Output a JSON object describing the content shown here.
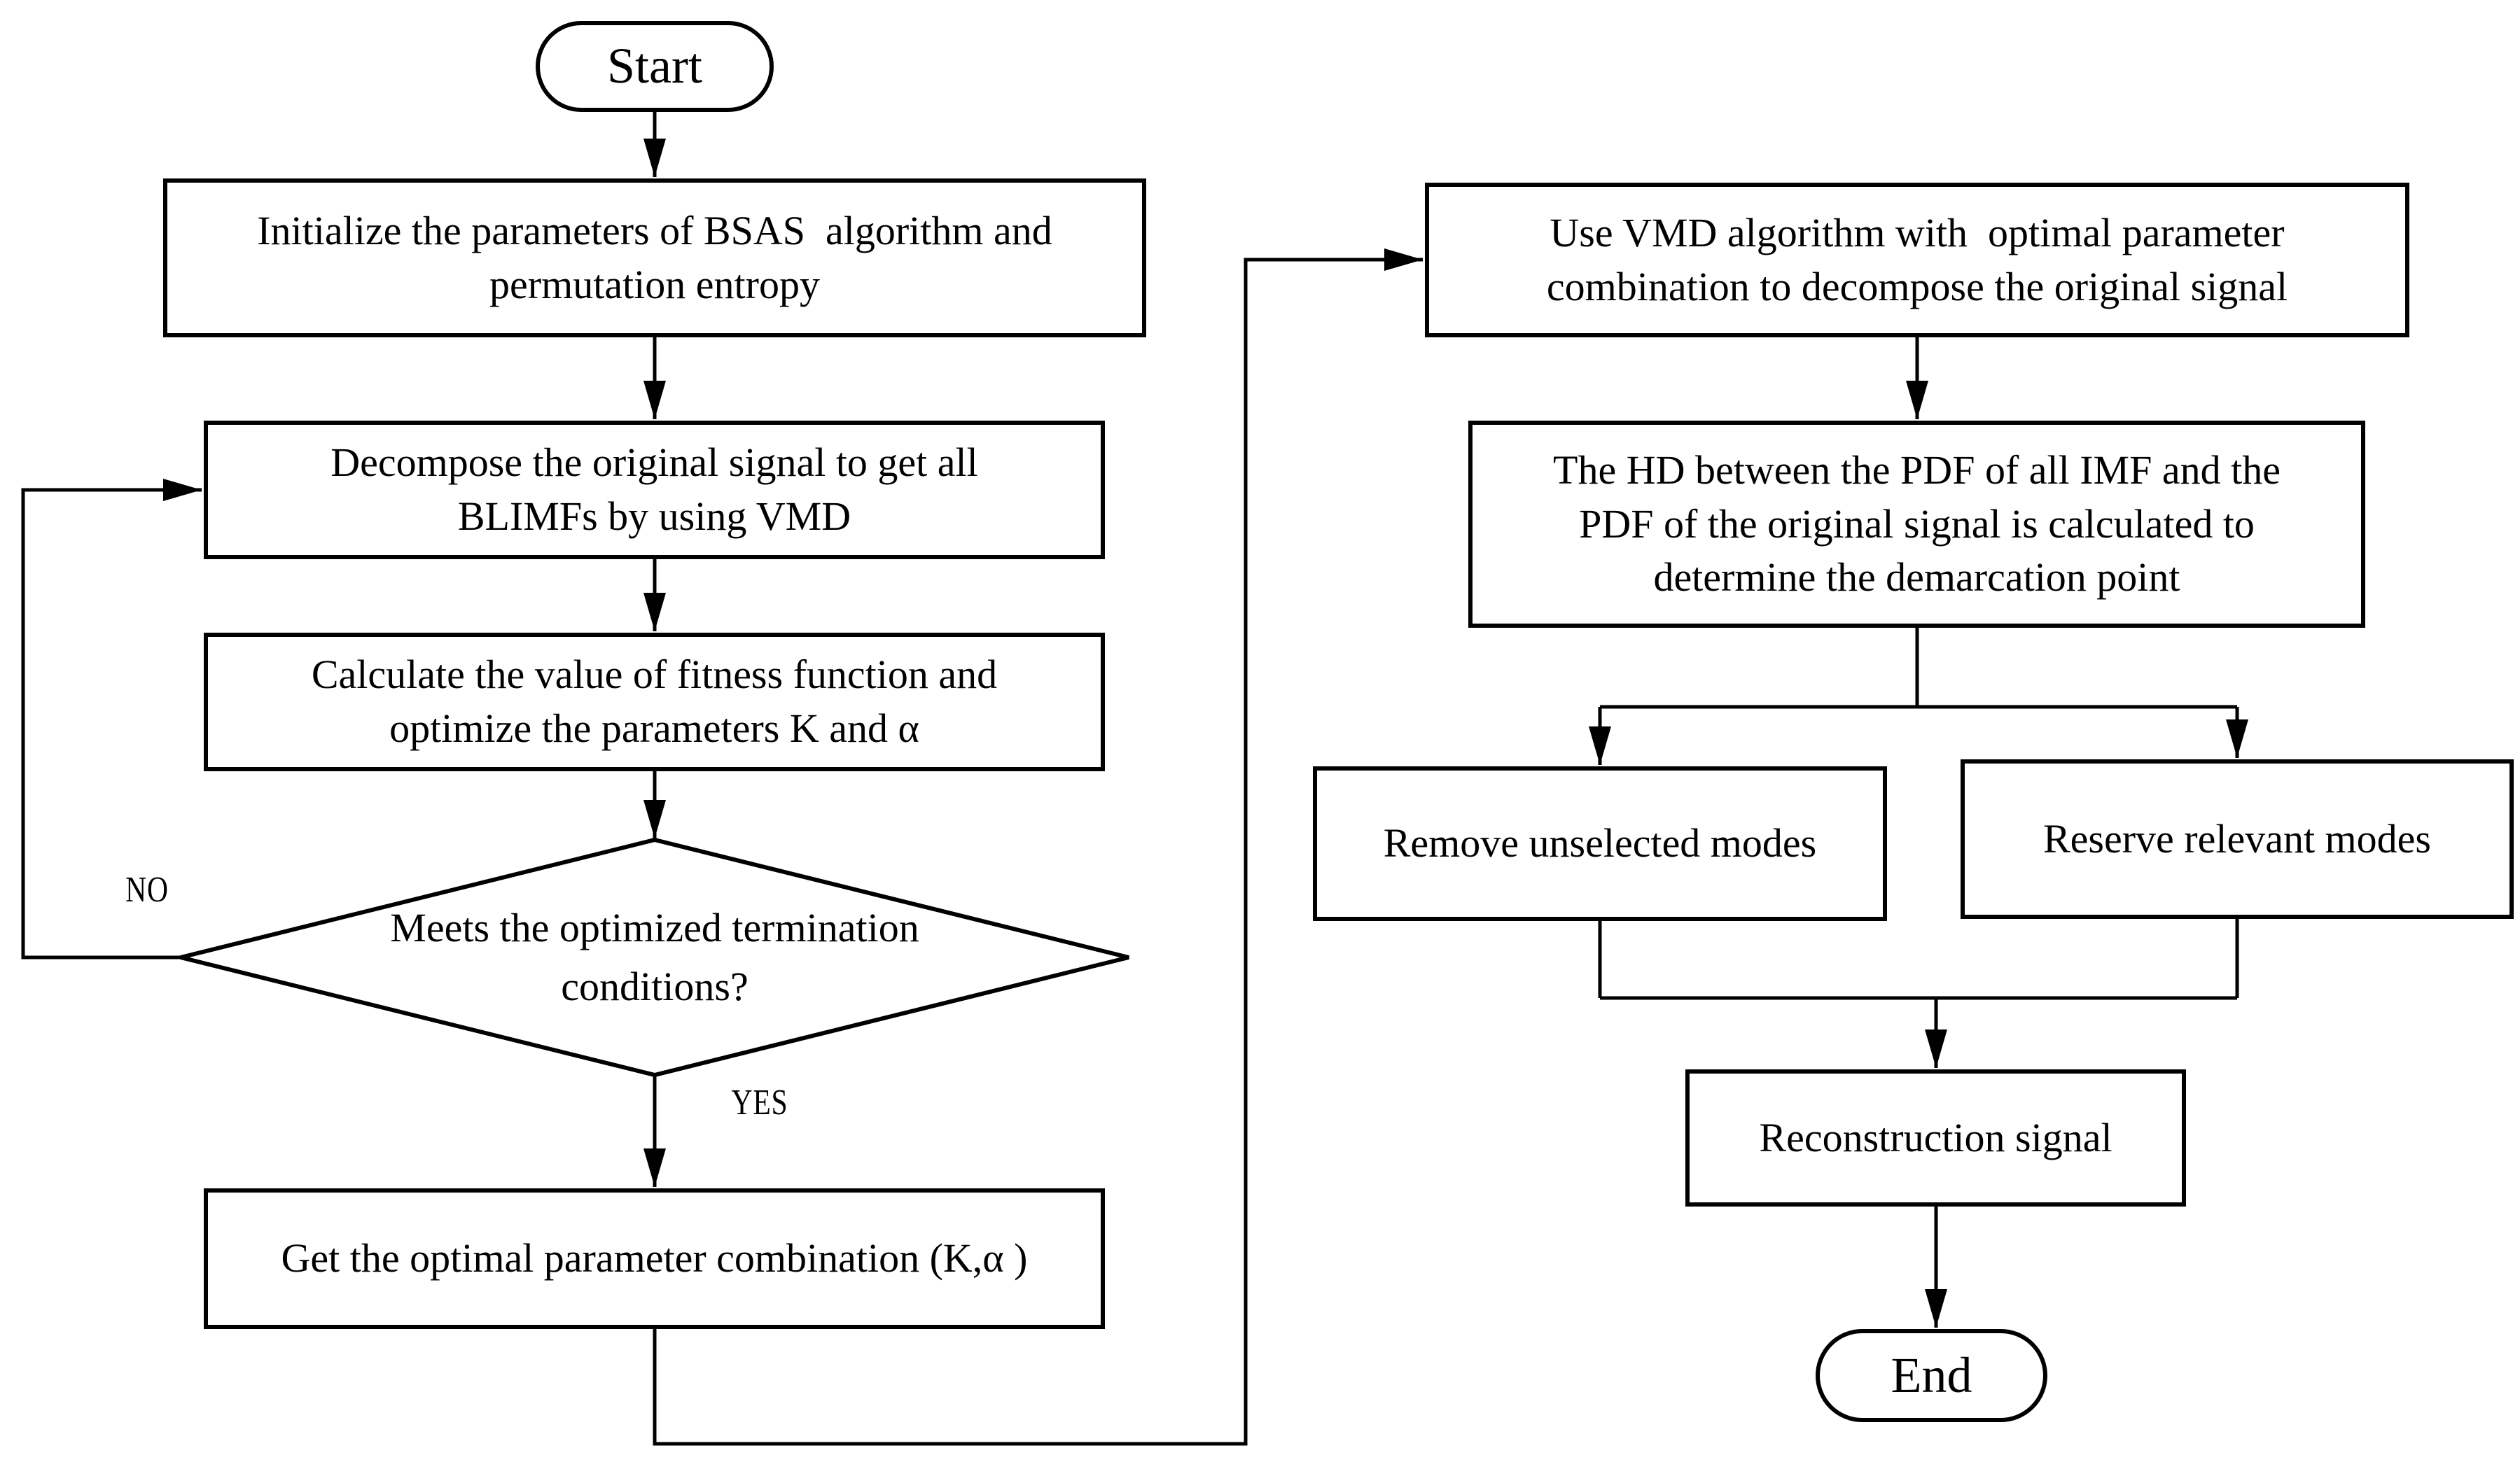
{
  "diagram": {
    "type": "flowchart",
    "colors": {
      "stroke": "#000000",
      "background": "#ffffff"
    },
    "nodes": {
      "start": {
        "type": "terminator",
        "label": "Start"
      },
      "init": {
        "type": "process",
        "label": "Initialize the parameters of BSAS  algorithm and\npermutation entropy"
      },
      "decompose": {
        "type": "process",
        "label": "Decompose the original signal to get all\nBLIMFs by using VMD"
      },
      "fitness": {
        "type": "process",
        "label": "Calculate the value of fitness function and\noptimize the parameters K and α"
      },
      "termination": {
        "type": "decision",
        "label": "Meets the optimized termination\nconditions?"
      },
      "optimal": {
        "type": "process",
        "label": "Get the optimal parameter combination (K,α )"
      },
      "use_vmd": {
        "type": "process",
        "label": "Use VMD algorithm with  optimal parameter\ncombination to decompose the original signal"
      },
      "hd": {
        "type": "process",
        "label": "The HD between the PDF of all IMF and the\nPDF of the original signal is calculated to\ndetermine the demarcation point"
      },
      "remove": {
        "type": "process",
        "label": "Remove unselected modes"
      },
      "reserve": {
        "type": "process",
        "label": "Reserve relevant modes"
      },
      "reconstruction": {
        "type": "process",
        "label": "Reconstruction signal"
      },
      "end": {
        "type": "terminator",
        "label": "End"
      }
    },
    "edge_labels": {
      "no": "NO",
      "yes": "YES"
    },
    "edges": [
      {
        "from": "start",
        "to": "init"
      },
      {
        "from": "init",
        "to": "decompose"
      },
      {
        "from": "decompose",
        "to": "fitness"
      },
      {
        "from": "fitness",
        "to": "termination"
      },
      {
        "from": "termination",
        "to": "decompose",
        "label": "NO"
      },
      {
        "from": "termination",
        "to": "optimal",
        "label": "YES"
      },
      {
        "from": "optimal",
        "to": "use_vmd"
      },
      {
        "from": "use_vmd",
        "to": "hd"
      },
      {
        "from": "hd",
        "to": "remove"
      },
      {
        "from": "hd",
        "to": "reserve"
      },
      {
        "from": "remove",
        "to": "reconstruction"
      },
      {
        "from": "reserve",
        "to": "reconstruction"
      },
      {
        "from": "reconstruction",
        "to": "end"
      }
    ]
  }
}
